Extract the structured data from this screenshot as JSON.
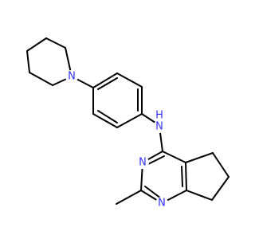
{
  "molecule": {
    "colors": {
      "bond": "#000000",
      "nitrogen": "#3333ff",
      "background": "#ffffff"
    },
    "atoms": [
      {
        "id": "n_pip",
        "element": "N",
        "label": "N"
      },
      {
        "id": "n_amine",
        "element": "N",
        "label": "N"
      },
      {
        "id": "h_amine",
        "element": "H",
        "label": "H"
      },
      {
        "id": "n_pyr_top",
        "element": "N",
        "label": "N"
      },
      {
        "id": "n_pyr_bottom",
        "element": "N",
        "label": "N"
      }
    ]
  }
}
